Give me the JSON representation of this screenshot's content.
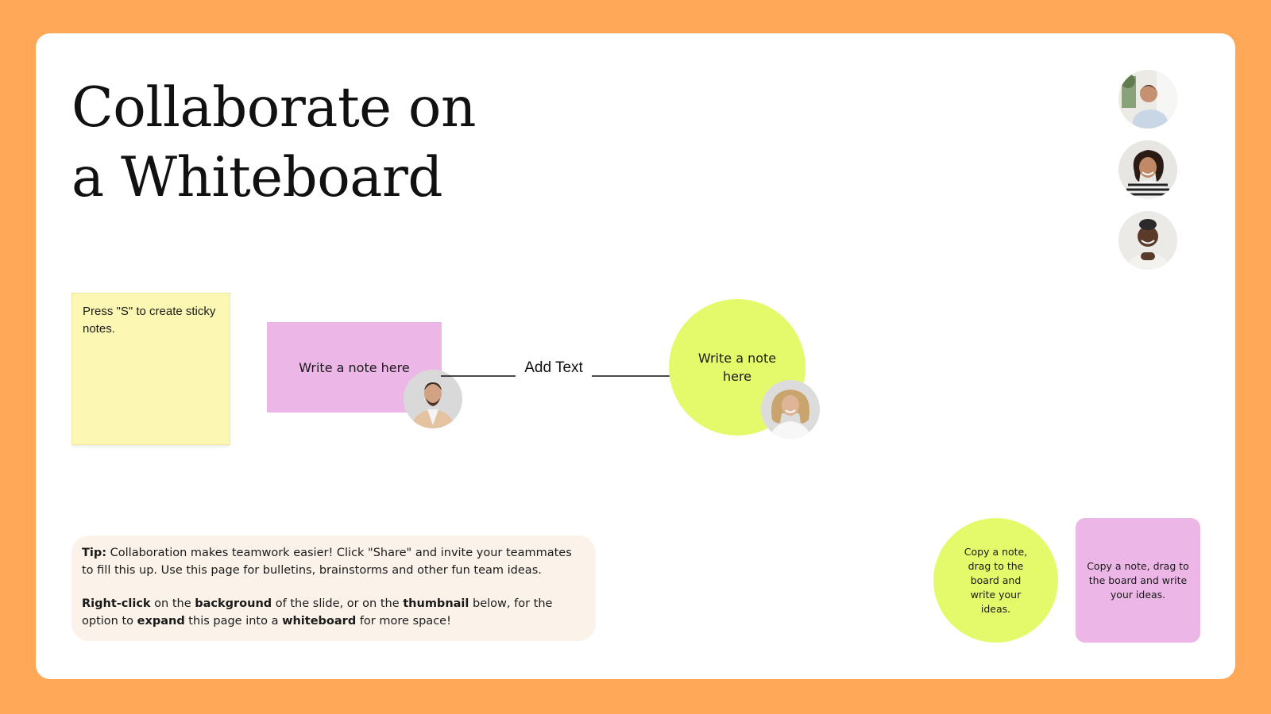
{
  "canvas": {
    "background_color": "#FFA858",
    "slide_color": "#FFFFFF"
  },
  "title": {
    "line1": "Collaborate on",
    "line2": "a Whiteboard"
  },
  "top_right_avatars": [
    {
      "name": "collaborator-avatar-1",
      "icon": "person-photo"
    },
    {
      "name": "collaborator-avatar-2",
      "icon": "person-photo"
    },
    {
      "name": "collaborator-avatar-3",
      "icon": "person-photo"
    }
  ],
  "sticky_note": {
    "text": "Press \"S\" to create sticky notes.",
    "color": "#FCF8B3"
  },
  "note_rect": {
    "text": "Write a note here",
    "color": "#ECB6E7"
  },
  "connector": {
    "label": "Add Text"
  },
  "note_circle": {
    "text": "Write a note here",
    "color": "#E5FA6B"
  },
  "tip": {
    "prefix": "Tip:",
    "line1_text": " Collaboration makes teamwork easier! Click \"Share\" and invite your teammates to fill this up. Use this page for bulletins, brainstorms and other fun team ideas.",
    "right_click": "Right-click",
    "on_the": " on the ",
    "background": "background",
    "of_slide": " of the slide, or on the ",
    "thumbnail": "thumbnail",
    "below_option": " below, for the option to ",
    "expand": "expand",
    "this_page": " this page into a ",
    "whiteboard": "whiteboard",
    "more_space": " for more space!",
    "color": "#FBF2EA"
  },
  "copy_notes": {
    "circle_text": "Copy a note, drag to the board and write your ideas.",
    "rect_text": "Copy a note, drag to the board and write your ideas."
  }
}
